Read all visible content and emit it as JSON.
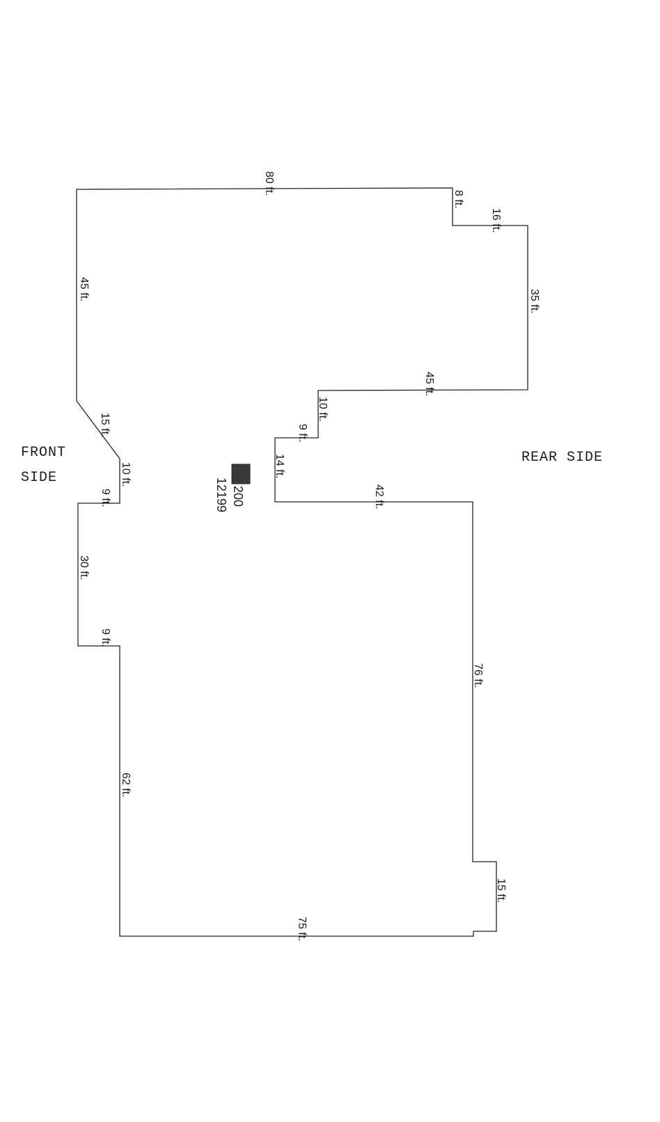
{
  "diagram": {
    "colors": {
      "outline": "#222222",
      "text": "#1a1a1a",
      "marker": "#3a3a3a"
    },
    "side_labels": {
      "front_line1": "FRONT",
      "front_line2": "SIDE",
      "rear": "REAR SIDE"
    },
    "marker": {
      "number": "200",
      "id": "12199"
    },
    "dimensions": {
      "top_80": "80 ft.",
      "step_8": "8 ft.",
      "step_16": "16 ft.",
      "right_35": "35 ft.",
      "notch_45": "45 ft.",
      "notch_10": "10 ft.",
      "notch_9": "9 ft.",
      "notch_14": "14 ft.",
      "mid_42": "42 ft.",
      "right_76": "76 ft.",
      "corner_15": "15 ft.",
      "bottom_75": "75 ft.",
      "left_62": "62 ft.",
      "left_9_lower": "9 ft.",
      "left_30": "30 ft.",
      "left_9_upper": "9 ft.",
      "left_10": "10 ft.",
      "diag_15": "15 ft.",
      "left_45": "45 ft."
    }
  }
}
